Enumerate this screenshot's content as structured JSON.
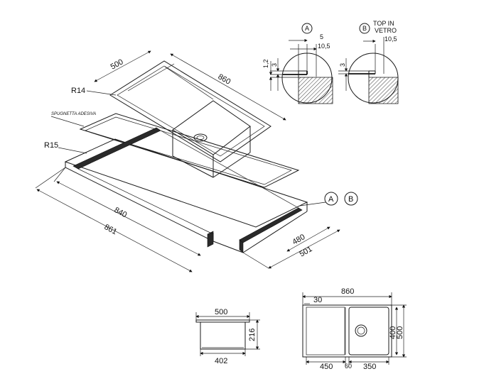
{
  "iso_view": {
    "dim_top_width": "500",
    "dim_top_length": "860",
    "radius_sink": "R14",
    "adhesive_label": "SPUGNETTA ADESIVA",
    "radius_cutout": "R15",
    "dim_cutout_length": "840",
    "dim_counter_length": "861",
    "dim_cutout_depth": "480",
    "dim_counter_depth": "501",
    "callout_a": "A",
    "callout_b": "B"
  },
  "detail_a": {
    "label": "A",
    "dim_5": "5",
    "dim_10_5": "10,5",
    "dim_1_2": "1,2",
    "dim_3": "3"
  },
  "detail_b": {
    "label": "B",
    "title_line1": "TOP IN",
    "title_line2": "VETRO",
    "dim_10_5": "10,5",
    "dim_3": "3"
  },
  "front_view": {
    "dim_width": "500",
    "dim_depth": "216",
    "dim_bottom": "402"
  },
  "plan_view": {
    "dim_total": "860",
    "dim_30": "30",
    "dim_400": "400",
    "dim_500": "500",
    "dim_450": "450",
    "dim_60": "60",
    "dim_350": "350"
  }
}
